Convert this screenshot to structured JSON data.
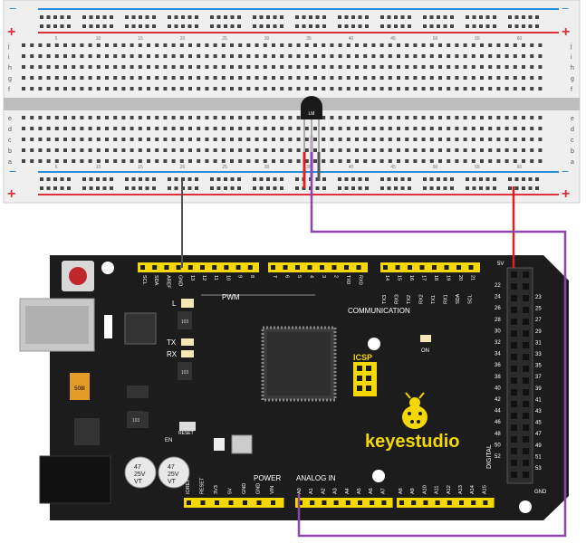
{
  "breadboard": {
    "rail_top_plus": "+",
    "rail_top_minus": "−",
    "rail_bottom_plus": "+",
    "rail_bottom_minus": "−",
    "row_letters_top": [
      "j",
      "i",
      "h",
      "g",
      "f"
    ],
    "row_letters_bottom": [
      "e",
      "d",
      "c",
      "b",
      "a"
    ],
    "column_numbers": [
      "5",
      "10",
      "15",
      "20",
      "25",
      "30",
      "35",
      "40",
      "45",
      "50",
      "55",
      "60"
    ]
  },
  "sensor": {
    "label": "LM"
  },
  "board": {
    "brand": "keyestudio",
    "pwm_label": "PWM",
    "communication_label": "COMMUNICATION",
    "power_label": "POWER",
    "analog_in_label": "ANALOG IN",
    "digital_label": "DIGITAL",
    "icsp_label": "ICSP",
    "led_labels": [
      "L",
      "TX",
      "RX",
      "ON"
    ],
    "en_label": "EN",
    "reset_label": "RESET",
    "gnd_bottom_label": "GND",
    "fivev_label": "5V",
    "pwm_header_pins": [
      "SCL",
      "SDA",
      "AREF",
      "GND",
      "13",
      "12",
      "11",
      "10",
      "9",
      "8"
    ],
    "digital_header_pins": [
      "7",
      "6",
      "5",
      "4",
      "3",
      "2",
      "TX0",
      "RX0"
    ],
    "comm_header_pins": [
      "TX3",
      "RX3",
      "TX2",
      "RX2",
      "TX1",
      "RX1",
      "SDA",
      "SCL"
    ],
    "comm_header_pins_numbers": [
      "14",
      "15",
      "16",
      "17",
      "18",
      "19",
      "20",
      "21"
    ],
    "power_header_pins": [
      "IOREF",
      "RESET",
      "3V3",
      "5V",
      "GND",
      "GND",
      "VIN"
    ],
    "analog_header_pins": [
      "A0",
      "A1",
      "A2",
      "A3",
      "A4",
      "A5",
      "A6",
      "A7",
      "A8",
      "A9",
      "A10",
      "A11",
      "A12",
      "A13",
      "A14",
      "A15"
    ],
    "right_header_left": [
      "22",
      "24",
      "26",
      "28",
      "30",
      "32",
      "34",
      "36",
      "38",
      "40",
      "42",
      "44",
      "46",
      "48",
      "50",
      "52"
    ],
    "right_header_right": [
      "23",
      "25",
      "27",
      "29",
      "31",
      "33",
      "35",
      "37",
      "39",
      "41",
      "43",
      "45",
      "47",
      "49",
      "51",
      "53"
    ],
    "chip_103_a": "103",
    "chip_103_b": "103",
    "chip_103_c": "103",
    "cap_text_1": "47",
    "cap_text_2": "25V",
    "cap_text_3": "VT",
    "cap_text_4": "47",
    "cap_text_5": "25V",
    "cap_text_6": "VT",
    "fuse_text": "508I"
  },
  "colors": {
    "board": "#1c1c1c",
    "header": "#f5d800",
    "wire_red": "#e02020",
    "wire_purple": "#8e44ad",
    "wire_gray": "#555555",
    "rail_blue": "#2a8fd6",
    "rail_red": "#e0303a"
  }
}
